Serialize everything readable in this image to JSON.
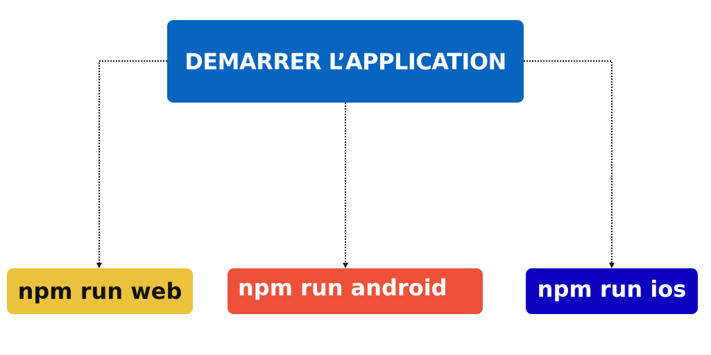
{
  "diagram": {
    "root": {
      "label": "DEMARRER L’APPLICATION",
      "bg": "#0764BF",
      "fg": "#FFFFFF"
    },
    "children": [
      {
        "id": "web",
        "label": "npm run web",
        "bg": "#EBC23E",
        "fg": "#111111"
      },
      {
        "id": "android",
        "label": "npm run android",
        "bg": "#EE513A",
        "fg": "#FFFFFF"
      },
      {
        "id": "ios",
        "label": "npm run ios",
        "bg": "#0D00BE",
        "fg": "#FFFFFF"
      }
    ],
    "connector_color": "#111111",
    "connector_style": "dotted"
  }
}
